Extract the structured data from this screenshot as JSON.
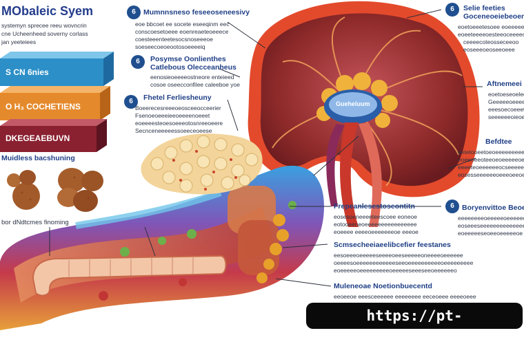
{
  "title": "MObaleic Syem",
  "intro": [
    "systemyn sprecee reeu wovncrin",
    "cne Ucheenheed soverny corlass",
    "jan yeeteiees"
  ],
  "bars": [
    {
      "label": "S CN   6nies",
      "color": "#2c8fc8"
    },
    {
      "label": "O H₃ COCHETIENS",
      "color": "#e58a2c"
    },
    {
      "label": "DKEGEAEBUVN",
      "color": "#8a2130"
    }
  ],
  "left_caption": "Muidless bacshuning",
  "lower_caption": "bor dNdtcmes   finoming",
  "blocks": [
    {
      "id": "b1",
      "num": "6",
      "head": "Mumnnsneso feseeoseneesivy",
      "body": [
        "eoe bbcoet ee socete eseeqinm eec",
        "conscoesetoeee eoenreaeteoeeece",
        "coesteeenteetesocsnoseeeoe",
        "soeseecoeoeootosoeeeeiq"
      ]
    },
    {
      "id": "b2",
      "num": "6",
      "head": "Posymse Oonlienthes",
      "sub": "Catlebous Olecceanheus",
      "body": [
        "eenosieoeeeeostneore enteieed",
        "cosoe oseecconfilee caleeboe yoe"
      ]
    },
    {
      "id": "b3",
      "num": "6",
      "head": "Fhetel Ferliesheuny",
      "body": [
        "Boeerecesreeeoeosceeocceerier",
        "Fsenoeoeeeieeoeeeenoeeet",
        "eoeeeesteoesoeeeotosnreeoeere",
        "Secnceneeeeessoeeceoeese"
      ]
    },
    {
      "id": "b4",
      "num": "6",
      "head": "Selie feeties",
      "sub": "Goceneoeiebeoene",
      "body": [
        "eoetoeeetesoee eoeeeeeoe",
        "eoeeteeeeoesteeoceeeeoe",
        "ceeeecoteosseceeoo",
        "eoseeeoeoseeoeee"
      ]
    },
    {
      "id": "b5",
      "num": "",
      "head": "Aftnemeei",
      "body": [
        "eoetoeseoeleeee",
        "Geeeeeoeeeeoete",
        "eeesoecoeeeteo",
        "seeeeeeoieoeee"
      ]
    },
    {
      "id": "b6",
      "num": "",
      "head": "Befdtee",
      "body": [
        "eetetooeetoeoeeeeeeeee",
        "eoeeoeeoteeoeoeeeeeoe",
        "eeeeteoeeeeeeocseeeeeo",
        "eosesseeeeeeoeeeoeeoe"
      ]
    },
    {
      "id": "b7",
      "num": "6",
      "head": "Boryenvittoe Beoes",
      "body": [
        "eeeeeeeeoeeeeeoeeeeeo",
        "eoseeeseeeeeeeeeeeeeee",
        "eoeeeeeseoeeoeeeeeoe"
      ]
    },
    {
      "id": "b8",
      "num": "",
      "head": "Frepeanlesestoseontitn",
      "body": [
        "eosesoeneeeeteescoee eoneoe",
        "eotooeeneoeeeeeeeeeeeeeeee",
        "eoeeee eeeeoeeeeeeeoe eeeoe"
      ]
    },
    {
      "id": "b9",
      "num": "",
      "head": "Scmsecheeiaeelibcefier feestanes",
      "body": [
        "eesoeeeoeeeeeseeeeoeeseeeeeoneeeeoeeeeee",
        "oeeeesoeeeeeeeeeeeeseeoeeeeeeeeeeoeeeeeeeee",
        "eoeeeeeoeeeeeeeeeoeeeeeseeeseeoeeeeeeo"
      ]
    },
    {
      "id": "b10",
      "num": "",
      "head": "Muleneoae Noetionbuecentd",
      "body": [
        "eeoeeoe eeesceeeeee eeeeeeee eeceoeee eeeeoeee",
        "eeseeeoeeeeeeeeeeoeeeeeeeeeeeeeeeeeeeeeeeoe"
      ]
    }
  ],
  "organ_label": "Gueheluum",
  "watermark": "https://pt-foodnu.in4u.net",
  "colors": {
    "accent": "#1f4f8f",
    "organ": "#8e2a2a",
    "capsule": "#e34a2c",
    "fat": "#f0b23a",
    "vessel": "#c9382a"
  }
}
